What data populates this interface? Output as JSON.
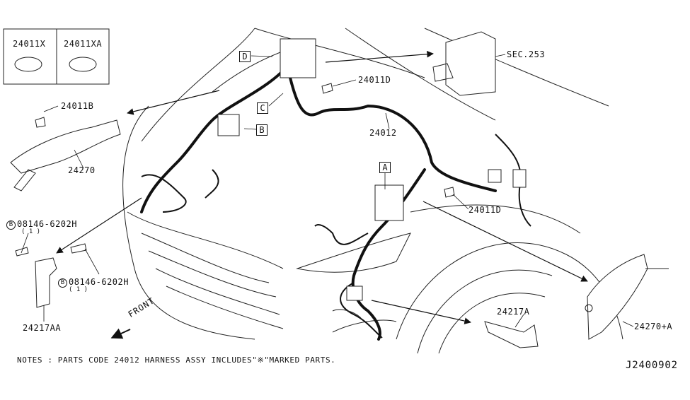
{
  "legend": {
    "items": [
      "24011X",
      "24011XA"
    ]
  },
  "parts": {
    "p24011B": "24011B",
    "p24270": "24270",
    "bolt1": "08146-6202H",
    "bolt1_qty": "( 1 )",
    "bolt2": "08146-6202H",
    "bolt2_qty": "( 1 )",
    "p24217AA": "24217AA",
    "p24011D_top": "24011D",
    "p24012": "24012",
    "sec253": "SEC.253",
    "p24011D_right": "24011D",
    "p24217A": "24217A",
    "p24270A": "24270+A"
  },
  "markers": {
    "A": "A",
    "B": "B",
    "C": "C",
    "D": "D",
    "bolt_circle": "B"
  },
  "front_label": "FRONT",
  "notes": "NOTES : PARTS CODE 24012  HARNESS ASSY INCLUDES\"※\"MARKED PARTS.",
  "diagram_code": "J2400902"
}
